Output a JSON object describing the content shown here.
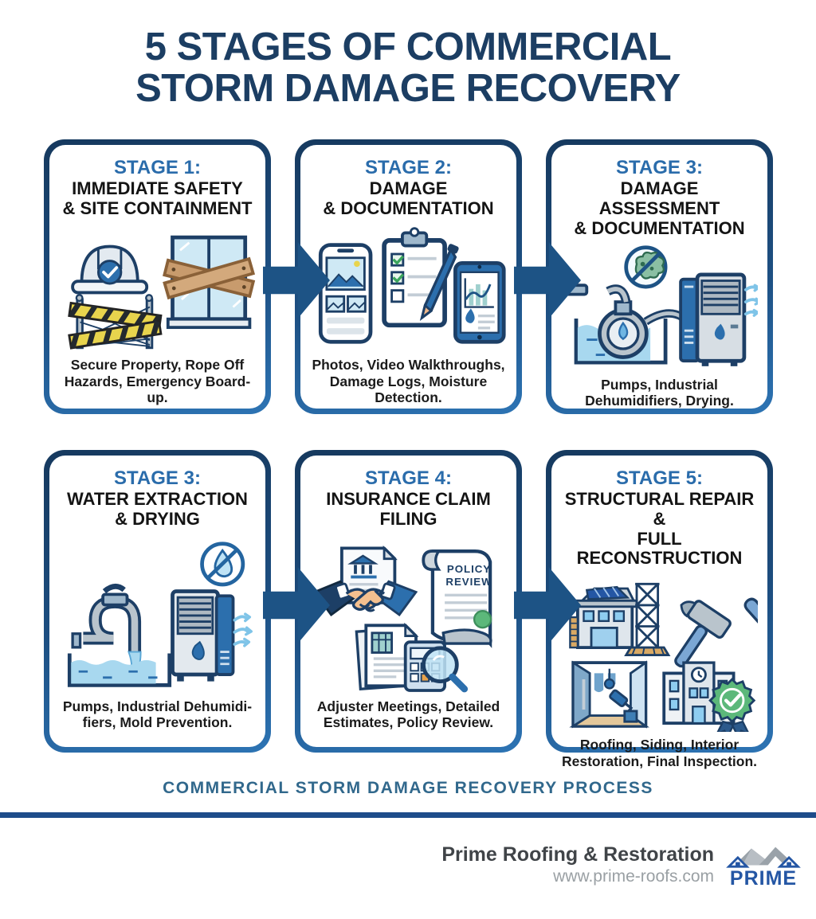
{
  "title": {
    "line1": "5 STAGES OF COMMERCIAL",
    "line2": "STORM DAMAGE RECOVERY"
  },
  "stages": [
    {
      "stage_label": "STAGE 1:",
      "title": "IMMEDIATE SAFETY\n& SITE CONTAINMENT",
      "caption": "Secure Property, Rope Off\nHazards, Emergency Board-up.",
      "icons": [
        "hard-hat-icon",
        "boarded-window-icon",
        "barricade-icon"
      ]
    },
    {
      "stage_label": "STAGE 2:",
      "title": "DAMAGE\n& DOCUMENTATION",
      "caption": "Photos, Video Walkthroughs,\nDamage Logs, Moisture\nDetection.",
      "icons": [
        "smartphone-photos-icon",
        "checklist-clipboard-icon",
        "pen-icon",
        "tablet-chart-icon"
      ]
    },
    {
      "stage_label": "STAGE 3:",
      "title": "DAMAGE ASSESSMENT\n& DOCUMENTATION",
      "caption": "Pumps, Industrial\nDehumidifiers, Drying.",
      "icons": [
        "no-mold-icon",
        "water-pump-icon",
        "dehumidifier-icon",
        "airflow-icon"
      ]
    },
    {
      "stage_label": "STAGE 3:",
      "title": "WATER EXTRACTION\n& DRYING",
      "caption": "Pumps, Industrial Dehumidi-\nfiers, Mold Prevention.",
      "icons": [
        "no-water-drop-icon",
        "extraction-pump-icon",
        "dehumidifier-icon",
        "airflow-icon"
      ]
    },
    {
      "stage_label": "STAGE 4:",
      "title": "INSURANCE CLAIM\nFILING",
      "caption": "Adjuster Meetings, Detailed\nEstimates, Policy Review.",
      "icons": [
        "handshake-document-icon",
        "policy-review-scroll-icon",
        "estimate-calculator-icon",
        "magnifier-icon"
      ],
      "icon_text_line1": "POLICY",
      "icon_text_line2": "REVIEW"
    },
    {
      "stage_label": "STAGE 5:",
      "title": "STRUCTURAL REPAIR &\nFULL RECONSTRUCTION",
      "caption": "Roofing, Siding, Interior\nRestoration, Final Inspection.",
      "icons": [
        "building-scaffold-icon",
        "hammer-wrench-icon",
        "interior-painting-icon",
        "inspection-approved-badge-icon"
      ]
    }
  ],
  "tagline": "COMMERCIAL STORM DAMAGE RECOVERY PROCESS",
  "footer": {
    "company": "Prime Roofing & Restoration",
    "website": "www.prime-roofs.com",
    "logo_text": "PRIME"
  },
  "colors": {
    "title_navy": "#1c3e63",
    "stage_blue": "#2a6cab",
    "card_border_top": "#16395e",
    "card_border_bottom": "#2d74b4",
    "arrow_blue": "#1d5385",
    "tagline_blue": "#31688c",
    "divider_blue": "#1d4c8a",
    "logo_blue": "#2456a4",
    "accent_green": "#5cb87a",
    "accent_yellow": "#e8d44d",
    "wood_brown": "#c89b6d",
    "light_blue": "#bfe3f5"
  }
}
